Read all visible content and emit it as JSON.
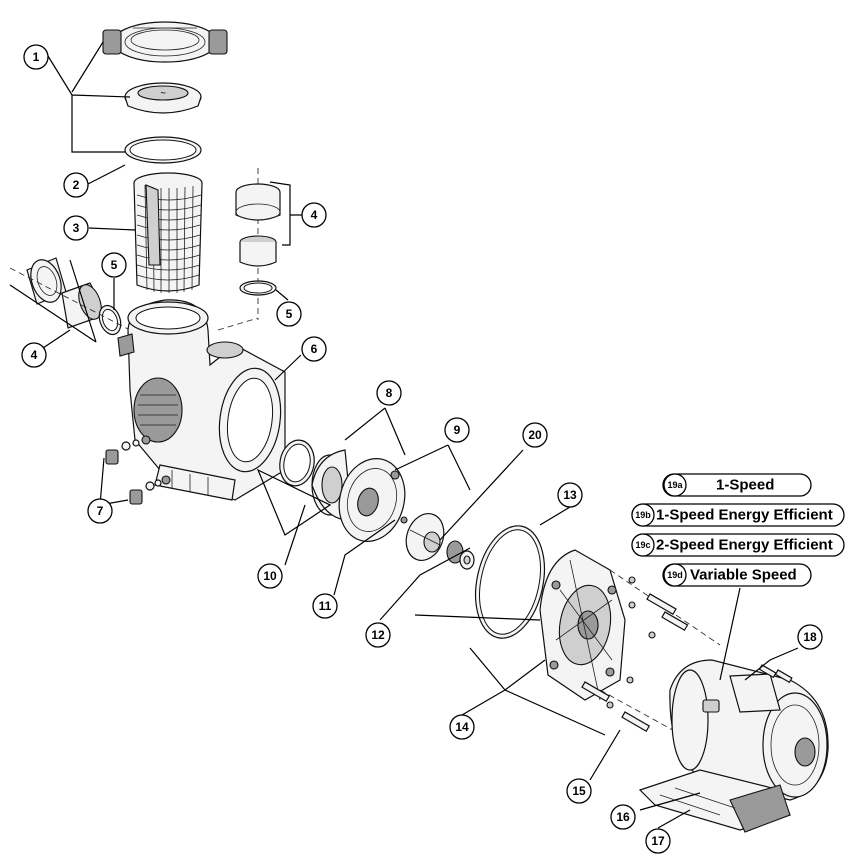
{
  "callouts": {
    "c1": "1",
    "c2": "2",
    "c3": "3",
    "c4a": "4",
    "c4b": "4",
    "c5a": "5",
    "c5b": "5",
    "c6": "6",
    "c7": "7",
    "c8": "8",
    "c9": "9",
    "c10": "10",
    "c11": "11",
    "c12": "12",
    "c13": "13",
    "c14": "14",
    "c15": "15",
    "c16": "16",
    "c17": "17",
    "c18": "18",
    "c20": "20"
  },
  "motor_options": [
    {
      "badge": "19a",
      "label": "1-Speed"
    },
    {
      "badge": "19b",
      "label": "1-Speed Energy Efficient"
    },
    {
      "badge": "19c",
      "label": "2-Speed Energy Efficient"
    },
    {
      "badge": "19d",
      "label": "Variable Speed"
    }
  ]
}
